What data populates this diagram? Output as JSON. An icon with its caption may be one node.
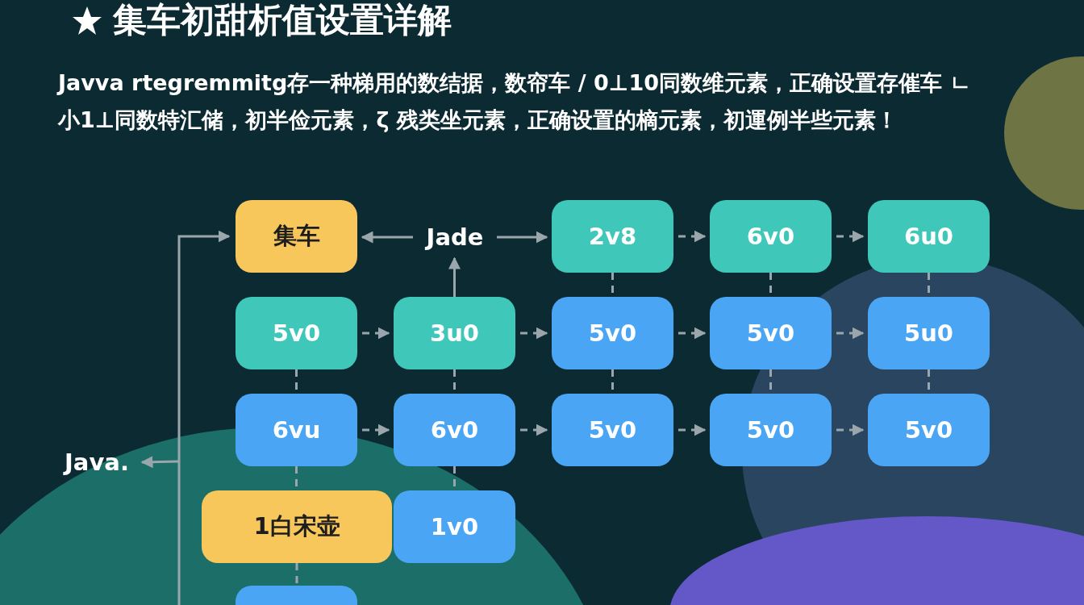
{
  "diagram": {
    "title": "集车初甜析值设置详解",
    "nodes": [
      {
        "text": [
          "集车"
        ]
      },
      {
        "text": [
          "Jade"
        ]
      },
      {
        "text": [
          "2v8"
        ]
      },
      {
        "text": [
          "6v0"
        ]
      },
      {
        "text": [
          "6u0"
        ]
      },
      {
        "text": [
          "5v0"
        ]
      },
      {
        "text": [
          "3u0"
        ]
      },
      {
        "text": [
          "5v0"
        ]
      },
      {
        "text": [
          "5v0"
        ]
      },
      {
        "text": [
          "5u0"
        ]
      },
      {
        "text": [
          "6vu"
        ]
      },
      {
        "text": [
          "6v0"
        ]
      },
      {
        "text": [
          "5v0"
        ]
      },
      {
        "text": [
          "5v0"
        ]
      },
      {
        "text": [
          "5v0"
        ]
      },
      {
        "text": [
          "Java."
        ]
      },
      {
        "text": [
          "1白宋壶"
        ]
      },
      {
        "text": [
          "1v0"
        ]
      },
      {
        "text": [],
        "shape": "box"
      }
    ],
    "edges": [
      {
        "from": 1,
        "to": 0,
        "arrow": "to"
      },
      {
        "from": 1,
        "to": 2,
        "arrow": "to"
      },
      {
        "from": 6,
        "to": 1,
        "arrow": "to"
      },
      {
        "from": 2,
        "to": 3,
        "arrow": "to",
        "style": "dashed"
      },
      {
        "from": 3,
        "to": 4,
        "arrow": "to",
        "style": "dashed"
      },
      {
        "from": 5,
        "to": 6,
        "arrow": "to",
        "style": "dashed"
      },
      {
        "from": 6,
        "to": 7,
        "arrow": "to",
        "style": "dashed"
      },
      {
        "from": 7,
        "to": 8,
        "arrow": "to",
        "style": "dashed"
      },
      {
        "from": 8,
        "to": 9,
        "arrow": "to",
        "style": "dashed"
      },
      {
        "from": 10,
        "to": 11,
        "arrow": "to",
        "style": "dashed"
      },
      {
        "from": 11,
        "to": 12,
        "arrow": "to",
        "style": "dashed"
      },
      {
        "from": 12,
        "to": 13,
        "arrow": "to",
        "style": "dashed"
      },
      {
        "from": 13,
        "to": 14,
        "arrow": "to",
        "style": "dashed"
      },
      {
        "from": 5,
        "to": 10,
        "arrow": "none",
        "style": "dashed"
      },
      {
        "from": 10,
        "to": 16,
        "arrow": "none",
        "style": "dashed"
      },
      {
        "from": 16,
        "to": 18,
        "arrow": "none",
        "style": "dashed"
      },
      {
        "from": 6,
        "to": 11,
        "arrow": "none",
        "style": "dashed"
      },
      {
        "from": 11,
        "to": 17,
        "arrow": "none",
        "style": "dashed"
      },
      {
        "from": 2,
        "to": 7,
        "arrow": "none",
        "style": "dashed"
      },
      {
        "from": 7,
        "to": 12,
        "arrow": "none",
        "style": "dashed"
      },
      {
        "from": 3,
        "to": 8,
        "arrow": "none",
        "style": "dashed"
      },
      {
        "from": 8,
        "to": 13,
        "arrow": "none",
        "style": "dashed"
      },
      {
        "from": 4,
        "to": 9,
        "arrow": "none",
        "style": "dashed"
      },
      {
        "from": 9,
        "to": 14,
        "arrow": "none",
        "style": "dashed"
      },
      {
        "from": null,
        "to": 0,
        "arrow": "to"
      },
      {
        "from": null,
        "to": 15,
        "arrow": "to"
      }
    ],
    "labels": [
      "Javva rtegremmitg存一种梯用的数结据，数帘车 / 0⊥10同数维元素，正确设置存催车 ㄴ小1⊥同数特汇储，初半俭元素，ζ 残类坐元素，正确设置的樀元素，初運例半些元素！"
    ]
  }
}
